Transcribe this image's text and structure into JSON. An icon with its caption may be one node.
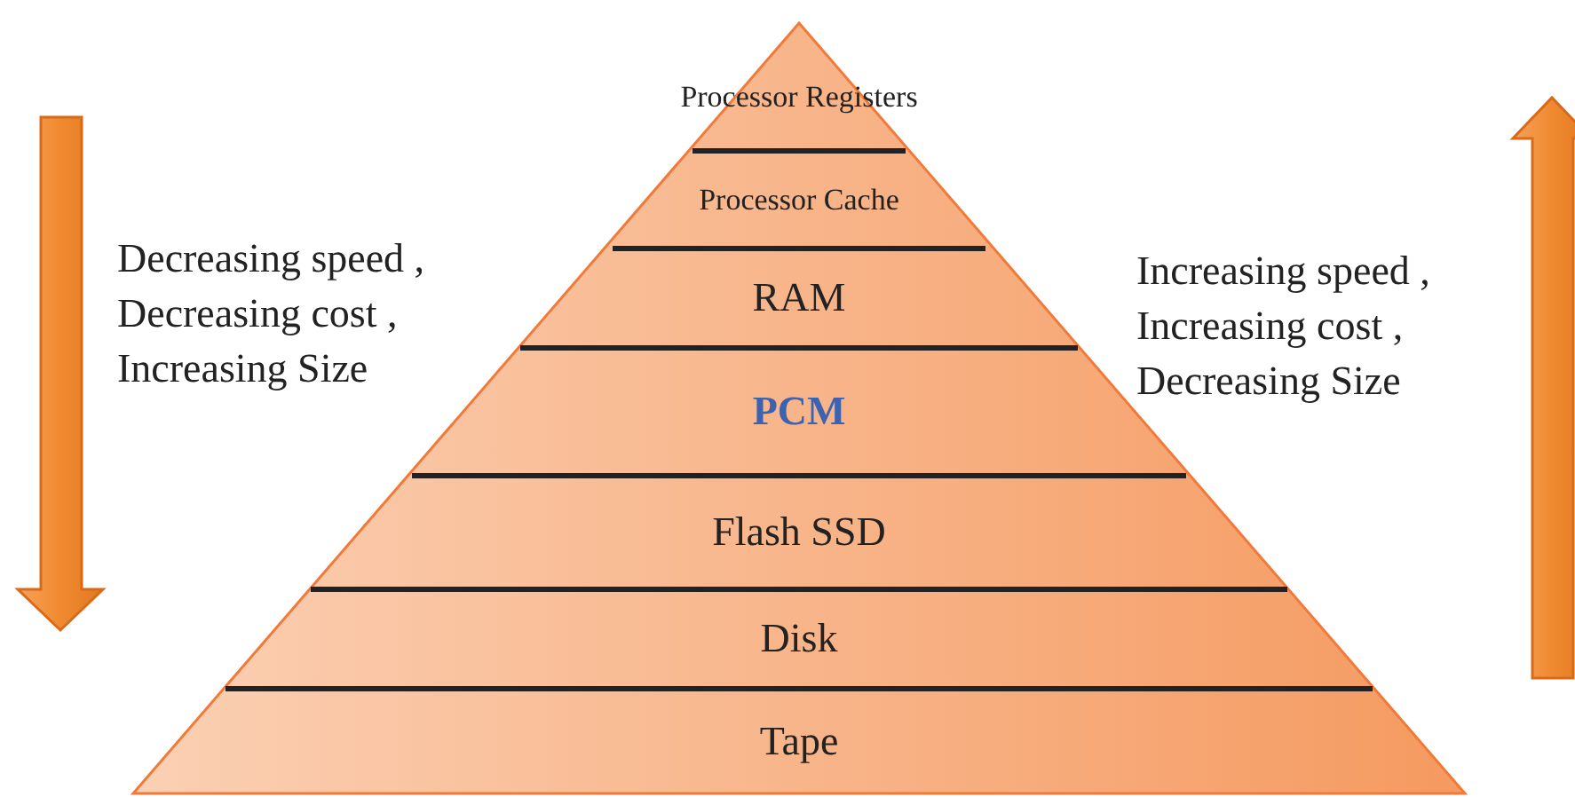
{
  "diagram": {
    "nodes": [
      {
        "text": [
          "Processor Registers"
        ]
      },
      {
        "text": [
          "Processor Cache"
        ]
      },
      {
        "text": [
          "RAM"
        ]
      },
      {
        "text": [
          "PCM"
        ]
      },
      {
        "text": [
          "Flash SSD"
        ]
      },
      {
        "text": [
          "Disk"
        ]
      },
      {
        "text": [
          "Tape"
        ]
      }
    ],
    "labels": [
      "Decreasing speed ,",
      "Decreasing cost ,",
      "Increasing Size",
      "Increasing speed ,",
      "Increasing cost ,",
      "Decreasing Size"
    ]
  }
}
